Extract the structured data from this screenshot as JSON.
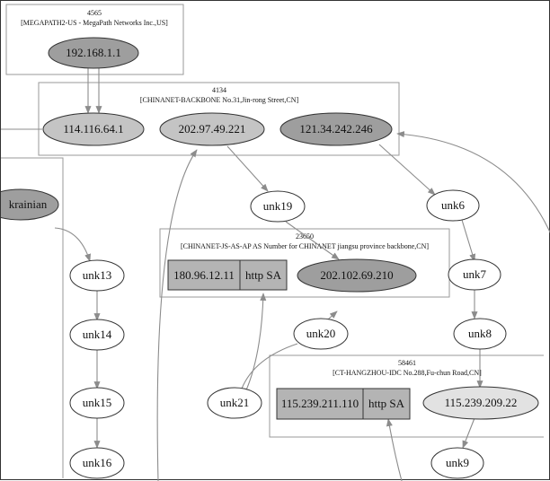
{
  "colors": {
    "edge": "#8c8c8c",
    "cluster_border": "#9a9a9a",
    "node_dark": "#9e9e9e",
    "node_mid": "#c4c4c4",
    "node_light": "#e2e2e2",
    "node_white": "#ffffff",
    "record_fill": "#b4b4b4"
  },
  "clusters": {
    "megapath": {
      "asn": "4565",
      "name": "[MEGAPATH2-US - MegaPath Networks Inc.,US]"
    },
    "chinanet_backbone": {
      "asn": "4134",
      "name": "[CHINANET-BACKBONE No.31,Jin-rong Street,CN]"
    },
    "chinanet_js": {
      "asn": "23650",
      "name": "[CHINANET-JS-AS-AP AS Number for CHINANET jiangsu province backbone,CN]"
    },
    "hangzhou": {
      "asn": "58461",
      "name": "[CT-HANGZHOU-IDC No.288,Fu-chun Road,CN]"
    }
  },
  "nodes": {
    "ip_192_168_1_1": "192.168.1.1",
    "ip_114_116_64_1": "114.116.64.1",
    "ip_202_97_49_221": "202.97.49.221",
    "ip_121_34_242_246": "121.34.242.246",
    "ip_202_102_69_210": "202.102.69.210",
    "ip_115_239_209_22": "115.239.209.22",
    "ukrainian": "krainian",
    "unk6": "unk6",
    "unk7": "unk7",
    "unk8": "unk8",
    "unk9": "unk9",
    "unk13": "unk13",
    "unk14": "unk14",
    "unk15": "unk15",
    "unk16": "unk16",
    "unk19": "unk19",
    "unk20": "unk20",
    "unk21": "unk21"
  },
  "records": {
    "js_record": {
      "ip": "180.96.12.11",
      "service": "http SA"
    },
    "hz_record": {
      "ip": "115.239.211.110",
      "service": "http SA"
    }
  }
}
